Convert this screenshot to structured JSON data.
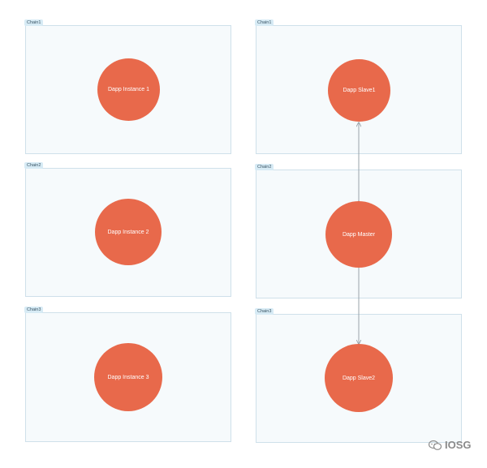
{
  "left": {
    "panels": [
      {
        "tag": "Chain1",
        "node": "Dapp Instance 1"
      },
      {
        "tag": "Chain2",
        "node": "Dapp Instance 2"
      },
      {
        "tag": "Chain3",
        "node": "Dapp Instance 3"
      }
    ]
  },
  "right": {
    "panels": [
      {
        "tag": "Chain1",
        "node": "Dapp Slave1"
      },
      {
        "tag": "Chain2",
        "node": "Dapp Master"
      },
      {
        "tag": "Chain3",
        "node": "Dapp Slave2"
      }
    ]
  },
  "watermark": {
    "text": "IOSG",
    "icon": "wechat-icon"
  },
  "colors": {
    "node": "#e8694b",
    "panel": "#f6fafc",
    "panel_border": "#cfe0ea",
    "tag": "#d7ebf5",
    "link": "#9aa3aa"
  }
}
